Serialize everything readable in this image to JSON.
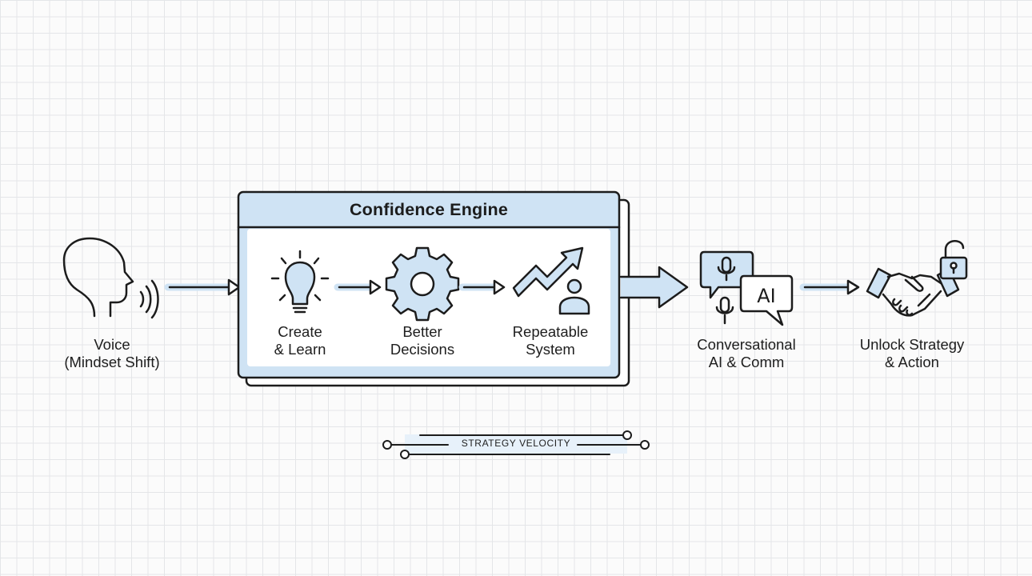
{
  "stages": {
    "voice": {
      "line1": "Voice",
      "line2": "(Mindset Shift)",
      "icon": "speaking-head-icon"
    },
    "conversational": {
      "line1": "Conversational",
      "line2": "AI & Comm",
      "icon": "ai-chat-microphone-icon"
    },
    "unlock": {
      "line1": "Unlock Strategy",
      "line2": "& Action",
      "icon": "handshake-unlock-icon"
    }
  },
  "engine": {
    "title": "Confidence Engine",
    "steps": [
      {
        "line1": "Create",
        "line2": "& Learn",
        "icon": "lightbulb-icon"
      },
      {
        "line1": "Better",
        "line2": "Decisions",
        "icon": "gear-icon"
      },
      {
        "line1": "Repeatable",
        "line2": "System",
        "icon": "growth-chart-person-icon"
      }
    ]
  },
  "footer": {
    "label": "STRATEGY VELOCITY"
  },
  "colors": {
    "accent_fill": "#cfe3f4",
    "light_fill": "#e7f1fa",
    "stroke": "#1c1c1c"
  }
}
